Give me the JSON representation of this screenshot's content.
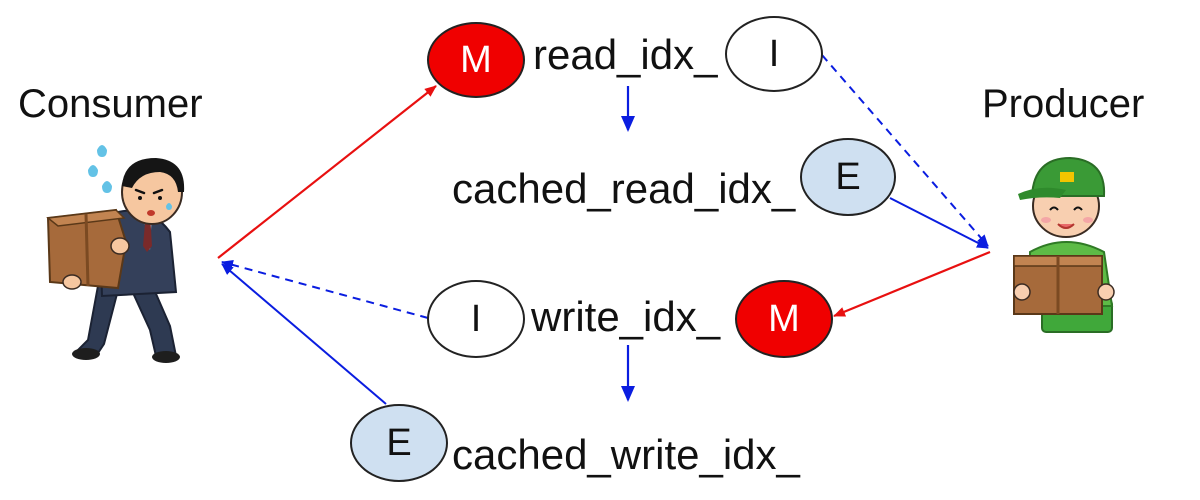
{
  "roles": {
    "consumer": "Consumer",
    "producer": "Producer"
  },
  "variables": {
    "read_idx": "read_idx_",
    "cached_read_idx": "cached_read_idx_",
    "write_idx": "write_idx_",
    "cached_write_idx": "cached_write_idx_"
  },
  "states": {
    "read_idx_consumer": "M",
    "read_idx_producer": "I",
    "cached_read_idx": "E",
    "write_idx_consumer": "I",
    "write_idx_producer": "M",
    "cached_write_idx": "E"
  },
  "colors": {
    "modified": "#f00000",
    "exclusive": "#cfe0f1",
    "invalid": "#ffffff",
    "arrow_red": "#e81010",
    "arrow_blue": "#0a1de0"
  },
  "icons": {
    "consumer": "businessman-carrying-box-illustration",
    "producer": "delivery-worker-holding-box-illustration"
  }
}
